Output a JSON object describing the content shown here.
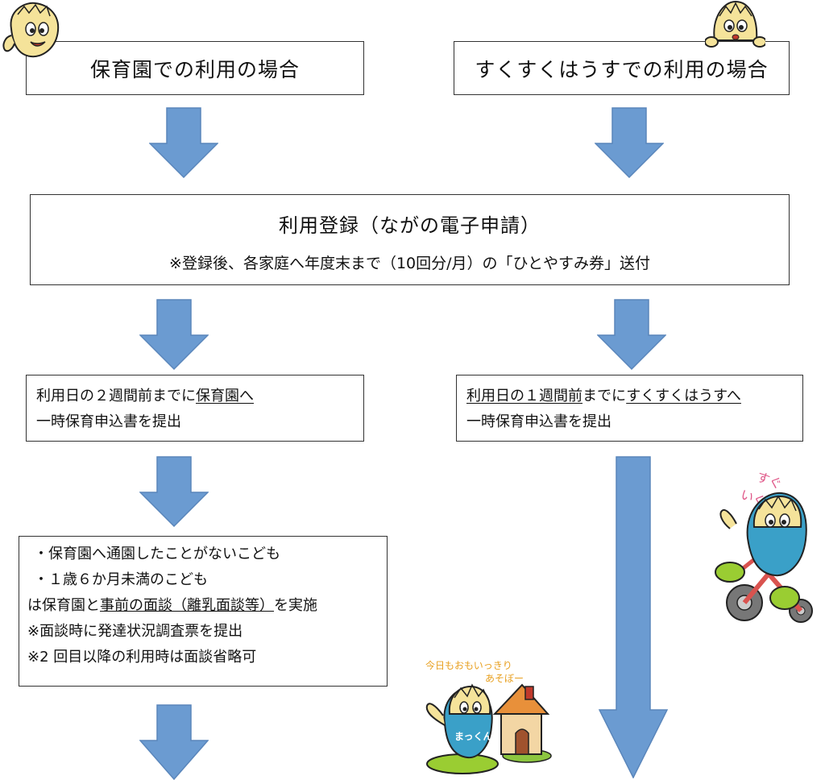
{
  "left_header": "保育園での利用の場合",
  "right_header": "すくすくはうすでの利用の場合",
  "registration": {
    "title": "利用登録（ながの電子申請）",
    "note": "※登録後、各家庭へ年度末まで（10回分/月）の「ひとやすみ券」送付"
  },
  "left_step": {
    "line1_a": "利用日の２週間前までに",
    "line1_b": "保育園へ",
    "line2": "一時保育申込書を提出"
  },
  "right_step": {
    "line1_a": "利用日の１週間前",
    "line1_b": "までに",
    "line1_c": "すくすくはうすへ",
    "line2": "一時保育申込書を提出"
  },
  "conditions": {
    "bullet1": "・保育園へ通園したことがないこども",
    "bullet2": "・１歳６か月未満のこども",
    "line3_a": "は保育園と",
    "line3_b": "事前の面談（離乳面談等）",
    "line3_c": "を実施",
    "line4": "※面談時に発達状況調査票を提出",
    "line5": "※2 回目以降の利用時は面談省略可"
  },
  "mascot_bike_text": "すぐ いくよー",
  "mascot_house_text": "今日もおもいっきり あそぼー",
  "mascot_shirt_text": "まっくん",
  "colors": {
    "arrow": "#6b9bd1",
    "arrow_stroke": "#5a86bb",
    "border": "#333333",
    "mascot_skin": "#f5e39a",
    "shirt": "#3aa0c8"
  }
}
